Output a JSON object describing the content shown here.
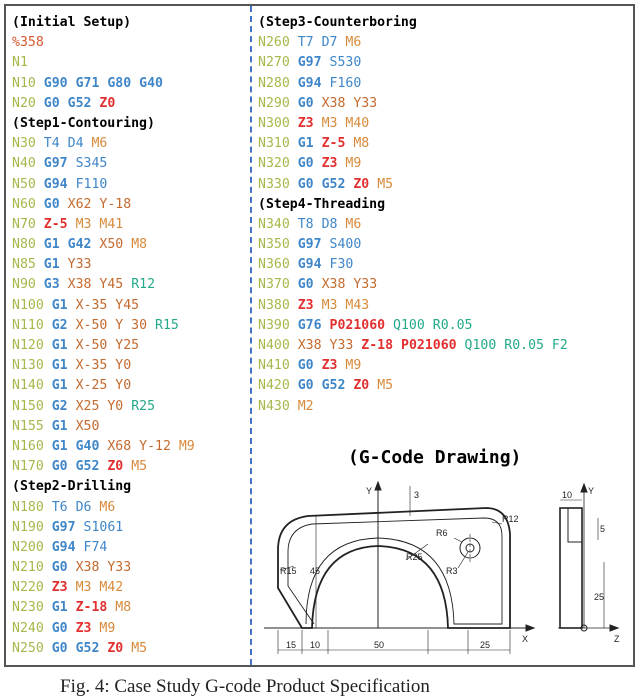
{
  "left_column": [
    {
      "kind": "heading",
      "text": "(Initial Setup)"
    },
    {
      "kind": "code",
      "tokens": [
        {
          "t": "%358",
          "c": "pct"
        }
      ]
    },
    {
      "kind": "code",
      "tokens": [
        {
          "t": "N1",
          "c": "n"
        }
      ]
    },
    {
      "kind": "code",
      "tokens": [
        {
          "t": "N10",
          "c": "n"
        },
        {
          "t": "G90",
          "c": "g"
        },
        {
          "t": "G71",
          "c": "g"
        },
        {
          "t": "G80",
          "c": "g"
        },
        {
          "t": "G40",
          "c": "g"
        }
      ]
    },
    {
      "kind": "code",
      "tokens": [
        {
          "t": "N20",
          "c": "n"
        },
        {
          "t": "G0",
          "c": "g"
        },
        {
          "t": "G52",
          "c": "g"
        },
        {
          "t": "Z0",
          "c": "red"
        }
      ]
    },
    {
      "kind": "heading",
      "text": "(Step1-Contouring)"
    },
    {
      "kind": "code",
      "tokens": [
        {
          "t": "N30",
          "c": "n"
        },
        {
          "t": "T4",
          "c": "t"
        },
        {
          "t": "D4",
          "c": "t"
        },
        {
          "t": "M6",
          "c": "m"
        }
      ]
    },
    {
      "kind": "code",
      "tokens": [
        {
          "t": "N40",
          "c": "n"
        },
        {
          "t": "G97",
          "c": "g"
        },
        {
          "t": "S345",
          "c": "t"
        }
      ]
    },
    {
      "kind": "code",
      "tokens": [
        {
          "t": "N50",
          "c": "n"
        },
        {
          "t": "G94",
          "c": "g"
        },
        {
          "t": "F110",
          "c": "t"
        }
      ]
    },
    {
      "kind": "code",
      "tokens": [
        {
          "t": "N60",
          "c": "n"
        },
        {
          "t": "G0",
          "c": "g"
        },
        {
          "t": "X62",
          "c": "o"
        },
        {
          "t": "Y-18",
          "c": "o"
        }
      ]
    },
    {
      "kind": "code",
      "tokens": [
        {
          "t": "N70",
          "c": "n"
        },
        {
          "t": "Z-5",
          "c": "red"
        },
        {
          "t": "M3",
          "c": "m"
        },
        {
          "t": "M41",
          "c": "m"
        }
      ]
    },
    {
      "kind": "code",
      "tokens": [
        {
          "t": "N80",
          "c": "n"
        },
        {
          "t": "G1",
          "c": "g"
        },
        {
          "t": "G42",
          "c": "g"
        },
        {
          "t": "X50",
          "c": "o"
        },
        {
          "t": "M8",
          "c": "m"
        }
      ]
    },
    {
      "kind": "code",
      "tokens": [
        {
          "t": "N85",
          "c": "n"
        },
        {
          "t": "G1",
          "c": "g"
        },
        {
          "t": "Y33",
          "c": "o"
        }
      ]
    },
    {
      "kind": "code",
      "tokens": [
        {
          "t": "N90",
          "c": "n"
        },
        {
          "t": "G3",
          "c": "g"
        },
        {
          "t": "X38",
          "c": "o"
        },
        {
          "t": "Y45",
          "c": "o"
        },
        {
          "t": "R12",
          "c": "teal"
        }
      ]
    },
    {
      "kind": "code",
      "tokens": [
        {
          "t": "N100",
          "c": "n"
        },
        {
          "t": "G1",
          "c": "g"
        },
        {
          "t": "X-35",
          "c": "o"
        },
        {
          "t": "Y45",
          "c": "o"
        }
      ]
    },
    {
      "kind": "code",
      "tokens": [
        {
          "t": "N110",
          "c": "n"
        },
        {
          "t": "G2",
          "c": "g"
        },
        {
          "t": "X-50",
          "c": "o"
        },
        {
          "t": "Y 30",
          "c": "o"
        },
        {
          "t": "R15",
          "c": "teal"
        }
      ]
    },
    {
      "kind": "code",
      "tokens": [
        {
          "t": "N120",
          "c": "n"
        },
        {
          "t": "G1",
          "c": "g"
        },
        {
          "t": "X-50",
          "c": "o"
        },
        {
          "t": "Y25",
          "c": "o"
        }
      ]
    },
    {
      "kind": "code",
      "tokens": [
        {
          "t": "N130",
          "c": "n"
        },
        {
          "t": "G1",
          "c": "g"
        },
        {
          "t": "X-35",
          "c": "o"
        },
        {
          "t": "Y0",
          "c": "o"
        }
      ]
    },
    {
      "kind": "code",
      "tokens": [
        {
          "t": "N140",
          "c": "n"
        },
        {
          "t": "G1",
          "c": "g"
        },
        {
          "t": "X-25",
          "c": "o"
        },
        {
          "t": "Y0",
          "c": "o"
        }
      ]
    },
    {
      "kind": "code",
      "tokens": [
        {
          "t": "N150",
          "c": "n"
        },
        {
          "t": "G2",
          "c": "g"
        },
        {
          "t": "X25",
          "c": "o"
        },
        {
          "t": "Y0",
          "c": "o"
        },
        {
          "t": "R25",
          "c": "teal"
        }
      ]
    },
    {
      "kind": "code",
      "tokens": [
        {
          "t": "N155",
          "c": "n"
        },
        {
          "t": "G1",
          "c": "g"
        },
        {
          "t": "X50",
          "c": "o"
        }
      ]
    },
    {
      "kind": "code",
      "tokens": [
        {
          "t": "N160",
          "c": "n"
        },
        {
          "t": "G1",
          "c": "g"
        },
        {
          "t": "G40",
          "c": "g"
        },
        {
          "t": "X68",
          "c": "o"
        },
        {
          "t": "Y-12",
          "c": "o"
        },
        {
          "t": "M9",
          "c": "m"
        }
      ]
    },
    {
      "kind": "code",
      "tokens": [
        {
          "t": "N170",
          "c": "n"
        },
        {
          "t": "G0",
          "c": "g"
        },
        {
          "t": "G52",
          "c": "g"
        },
        {
          "t": "Z0",
          "c": "red"
        },
        {
          "t": "M5",
          "c": "m"
        }
      ]
    },
    {
      "kind": "heading",
      "text": "(Step2-Drilling"
    },
    {
      "kind": "code",
      "tokens": [
        {
          "t": "N180",
          "c": "n"
        },
        {
          "t": "T6",
          "c": "t"
        },
        {
          "t": "D6",
          "c": "t"
        },
        {
          "t": "M6",
          "c": "m"
        }
      ]
    },
    {
      "kind": "code",
      "tokens": [
        {
          "t": "N190",
          "c": "n"
        },
        {
          "t": "G97",
          "c": "g"
        },
        {
          "t": "S1061",
          "c": "t"
        }
      ]
    },
    {
      "kind": "code",
      "tokens": [
        {
          "t": "N200",
          "c": "n"
        },
        {
          "t": "G94",
          "c": "g"
        },
        {
          "t": "F74",
          "c": "t"
        }
      ]
    },
    {
      "kind": "code",
      "tokens": [
        {
          "t": "N210",
          "c": "n"
        },
        {
          "t": "G0",
          "c": "g"
        },
        {
          "t": "X38",
          "c": "o"
        },
        {
          "t": "Y33",
          "c": "o"
        }
      ]
    },
    {
      "kind": "code",
      "tokens": [
        {
          "t": "N220",
          "c": "n"
        },
        {
          "t": "Z3",
          "c": "red"
        },
        {
          "t": "M3",
          "c": "m"
        },
        {
          "t": "M42",
          "c": "m"
        }
      ]
    },
    {
      "kind": "code",
      "tokens": [
        {
          "t": "N230",
          "c": "n"
        },
        {
          "t": "G1",
          "c": "g"
        },
        {
          "t": "Z-18",
          "c": "red"
        },
        {
          "t": "M8",
          "c": "m"
        }
      ]
    },
    {
      "kind": "code",
      "tokens": [
        {
          "t": "N240",
          "c": "n"
        },
        {
          "t": "G0",
          "c": "g"
        },
        {
          "t": "Z3",
          "c": "red"
        },
        {
          "t": "M9",
          "c": "m"
        }
      ]
    },
    {
      "kind": "code",
      "tokens": [
        {
          "t": "N250",
          "c": "n"
        },
        {
          "t": "G0",
          "c": "g"
        },
        {
          "t": "G52",
          "c": "g"
        },
        {
          "t": "Z0",
          "c": "red"
        },
        {
          "t": "M5",
          "c": "m"
        }
      ]
    }
  ],
  "right_column": [
    {
      "kind": "heading",
      "text": "(Step3-Counterboring"
    },
    {
      "kind": "code",
      "tokens": [
        {
          "t": "N260",
          "c": "n"
        },
        {
          "t": "T7",
          "c": "t"
        },
        {
          "t": "D7",
          "c": "t"
        },
        {
          "t": "M6",
          "c": "m"
        }
      ]
    },
    {
      "kind": "code",
      "tokens": [
        {
          "t": "N270",
          "c": "n"
        },
        {
          "t": "G97",
          "c": "g"
        },
        {
          "t": "S530",
          "c": "t"
        }
      ]
    },
    {
      "kind": "code",
      "tokens": [
        {
          "t": "N280",
          "c": "n"
        },
        {
          "t": "G94",
          "c": "g"
        },
        {
          "t": "F160",
          "c": "t"
        }
      ]
    },
    {
      "kind": "code",
      "tokens": [
        {
          "t": "N290",
          "c": "n"
        },
        {
          "t": "G0",
          "c": "g"
        },
        {
          "t": "X38",
          "c": "o"
        },
        {
          "t": "Y33",
          "c": "o"
        }
      ]
    },
    {
      "kind": "code",
      "tokens": [
        {
          "t": "N300",
          "c": "n"
        },
        {
          "t": "Z3",
          "c": "red"
        },
        {
          "t": "M3",
          "c": "m"
        },
        {
          "t": "M40",
          "c": "m"
        }
      ]
    },
    {
      "kind": "code",
      "tokens": [
        {
          "t": "N310",
          "c": "n"
        },
        {
          "t": "G1",
          "c": "g"
        },
        {
          "t": "Z-5",
          "c": "red"
        },
        {
          "t": "M8",
          "c": "m"
        }
      ]
    },
    {
      "kind": "code",
      "tokens": [
        {
          "t": "N320",
          "c": "n"
        },
        {
          "t": "G0",
          "c": "g"
        },
        {
          "t": "Z3",
          "c": "red"
        },
        {
          "t": "M9",
          "c": "m"
        }
      ]
    },
    {
      "kind": "code",
      "tokens": [
        {
          "t": "N330",
          "c": "n"
        },
        {
          "t": "G0",
          "c": "g"
        },
        {
          "t": "G52",
          "c": "g"
        },
        {
          "t": "Z0",
          "c": "red"
        },
        {
          "t": "M5",
          "c": "m"
        }
      ]
    },
    {
      "kind": "heading",
      "text": "(Step4-Threading"
    },
    {
      "kind": "code",
      "tokens": [
        {
          "t": "N340",
          "c": "n"
        },
        {
          "t": "T8",
          "c": "t"
        },
        {
          "t": "D8",
          "c": "t"
        },
        {
          "t": "M6",
          "c": "m"
        }
      ]
    },
    {
      "kind": "code",
      "tokens": [
        {
          "t": "N350",
          "c": "n"
        },
        {
          "t": "G97",
          "c": "g"
        },
        {
          "t": "S400",
          "c": "t"
        }
      ]
    },
    {
      "kind": "code",
      "tokens": [
        {
          "t": "N360",
          "c": "n"
        },
        {
          "t": "G94",
          "c": "g"
        },
        {
          "t": "F30",
          "c": "t"
        }
      ]
    },
    {
      "kind": "code",
      "tokens": [
        {
          "t": "N370",
          "c": "n"
        },
        {
          "t": "G0",
          "c": "g"
        },
        {
          "t": "X38",
          "c": "o"
        },
        {
          "t": "Y33",
          "c": "o"
        }
      ]
    },
    {
      "kind": "code",
      "tokens": [
        {
          "t": "N380",
          "c": "n"
        },
        {
          "t": "Z3",
          "c": "red"
        },
        {
          "t": "M3",
          "c": "m"
        },
        {
          "t": "M43",
          "c": "m"
        }
      ]
    },
    {
      "kind": "code",
      "tokens": [
        {
          "t": "N390",
          "c": "n"
        },
        {
          "t": "G76",
          "c": "g"
        },
        {
          "t": "P021060",
          "c": "red"
        },
        {
          "t": "Q100",
          "c": "teal"
        },
        {
          "t": "R0.05",
          "c": "teal"
        }
      ]
    },
    {
      "kind": "code",
      "tokens": [
        {
          "t": "N400",
          "c": "n"
        },
        {
          "t": "X38",
          "c": "o"
        },
        {
          "t": "Y33",
          "c": "o"
        },
        {
          "t": "Z-18",
          "c": "red"
        },
        {
          "t": "P021060",
          "c": "red"
        },
        {
          "t": "Q100",
          "c": "teal"
        },
        {
          "t": "R0.05",
          "c": "teal"
        },
        {
          "t": "F2",
          "c": "teal"
        }
      ]
    },
    {
      "kind": "code",
      "tokens": [
        {
          "t": "N410",
          "c": "n"
        },
        {
          "t": "G0",
          "c": "g"
        },
        {
          "t": "Z3",
          "c": "red"
        },
        {
          "t": "M9",
          "c": "m"
        }
      ]
    },
    {
      "kind": "code",
      "tokens": [
        {
          "t": "N420",
          "c": "n"
        },
        {
          "t": "G0",
          "c": "g"
        },
        {
          "t": "G52",
          "c": "g"
        },
        {
          "t": "Z0",
          "c": "red"
        },
        {
          "t": "M5",
          "c": "m"
        }
      ]
    },
    {
      "kind": "code",
      "tokens": [
        {
          "t": "N430",
          "c": "n"
        },
        {
          "t": "M2",
          "c": "m"
        }
      ]
    }
  ],
  "drawing": {
    "title": "(G-Code Drawing)",
    "labels": {
      "y_front": "Y",
      "x_front": "X",
      "dim_3": "3",
      "r6": "R6",
      "r12": "R12",
      "r3": "R3",
      "r25": "R25",
      "r15": "R15",
      "dim_45": "45",
      "dim_15": "15",
      "dim_10a": "10",
      "dim_50": "50",
      "dim_25a": "25",
      "y_side": "Y",
      "z_side": "Z",
      "dim_10b": "10",
      "dim_5": "5",
      "dim_25b": "25"
    }
  },
  "caption": "Fig. 4: Case Study G-code Product Specification",
  "colors": {
    "line_number": "#a6b84b",
    "g_code": "#3f86c9",
    "z_and_p": "#e23030",
    "m_code": "#d88a3a",
    "xy": "#c46a2e",
    "radius_q": "#25a98b",
    "divider": "#4472c4"
  }
}
